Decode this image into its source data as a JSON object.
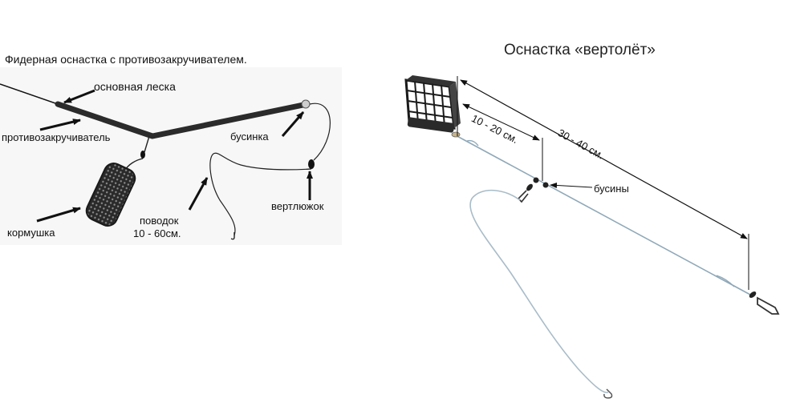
{
  "left_diagram": {
    "title": "Фидерная оснастка с противозакручивателем.",
    "labels": {
      "main_line": "основная леска",
      "anti_tangle": "противозакручиватель",
      "bead": "бусинка",
      "swivel": "вертлюжок",
      "leader": "поводок",
      "leader_length": "10 - 60см.",
      "feeder": "кормушка"
    }
  },
  "right_diagram": {
    "title": "Оснастка «вертолёт»",
    "labels": {
      "distance_short": "10 - 20 см.",
      "distance_long": "30 - 40 см.",
      "beads": "бусины"
    }
  }
}
